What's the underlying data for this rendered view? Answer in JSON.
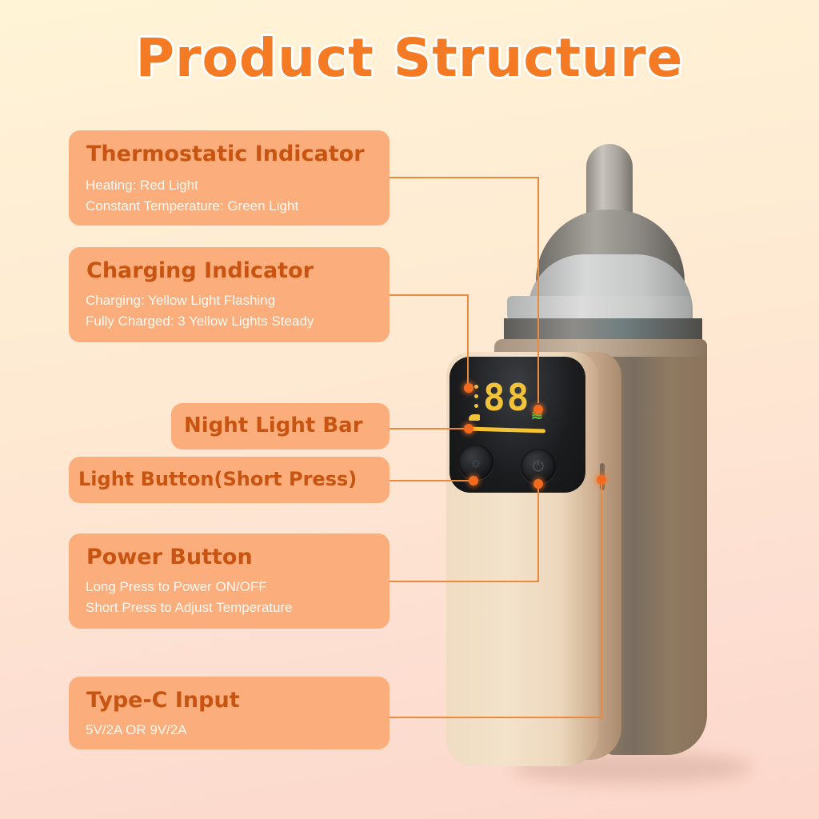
{
  "title": "Product Structure",
  "colors": {
    "title": "#f47a23",
    "card_bg": "#fbae7b",
    "card_heading": "#c85412",
    "card_text": "#fff8f1",
    "connector": "#e98a3e",
    "background_top": "#fff4d6",
    "background_bottom": "#fcd7cb"
  },
  "callouts": [
    {
      "heading": "Thermostatic Indicator",
      "lines": [
        "Heating: Red Light",
        "Constant Temperature: Green Light"
      ]
    },
    {
      "heading": "Charging Indicator",
      "lines": [
        "Charging: Yellow Light Flashing",
        "Fully Charged: 3 Yellow Lights Steady"
      ]
    },
    {
      "heading": "Night Light Bar",
      "lines": []
    },
    {
      "heading": "Light Button(Short Press)",
      "lines": []
    },
    {
      "heading": "Power Button",
      "lines": [
        "Long Press to Power ON/OFF",
        "Short Press to Adjust Temperature"
      ]
    },
    {
      "heading": "Type-C Input",
      "lines": [
        "5V/2A OR 9V/2A"
      ]
    }
  ],
  "device": {
    "display_digits": "88",
    "heat_icon": "≋",
    "light_button_icon": "☼",
    "power_button_icon": "⏻"
  }
}
